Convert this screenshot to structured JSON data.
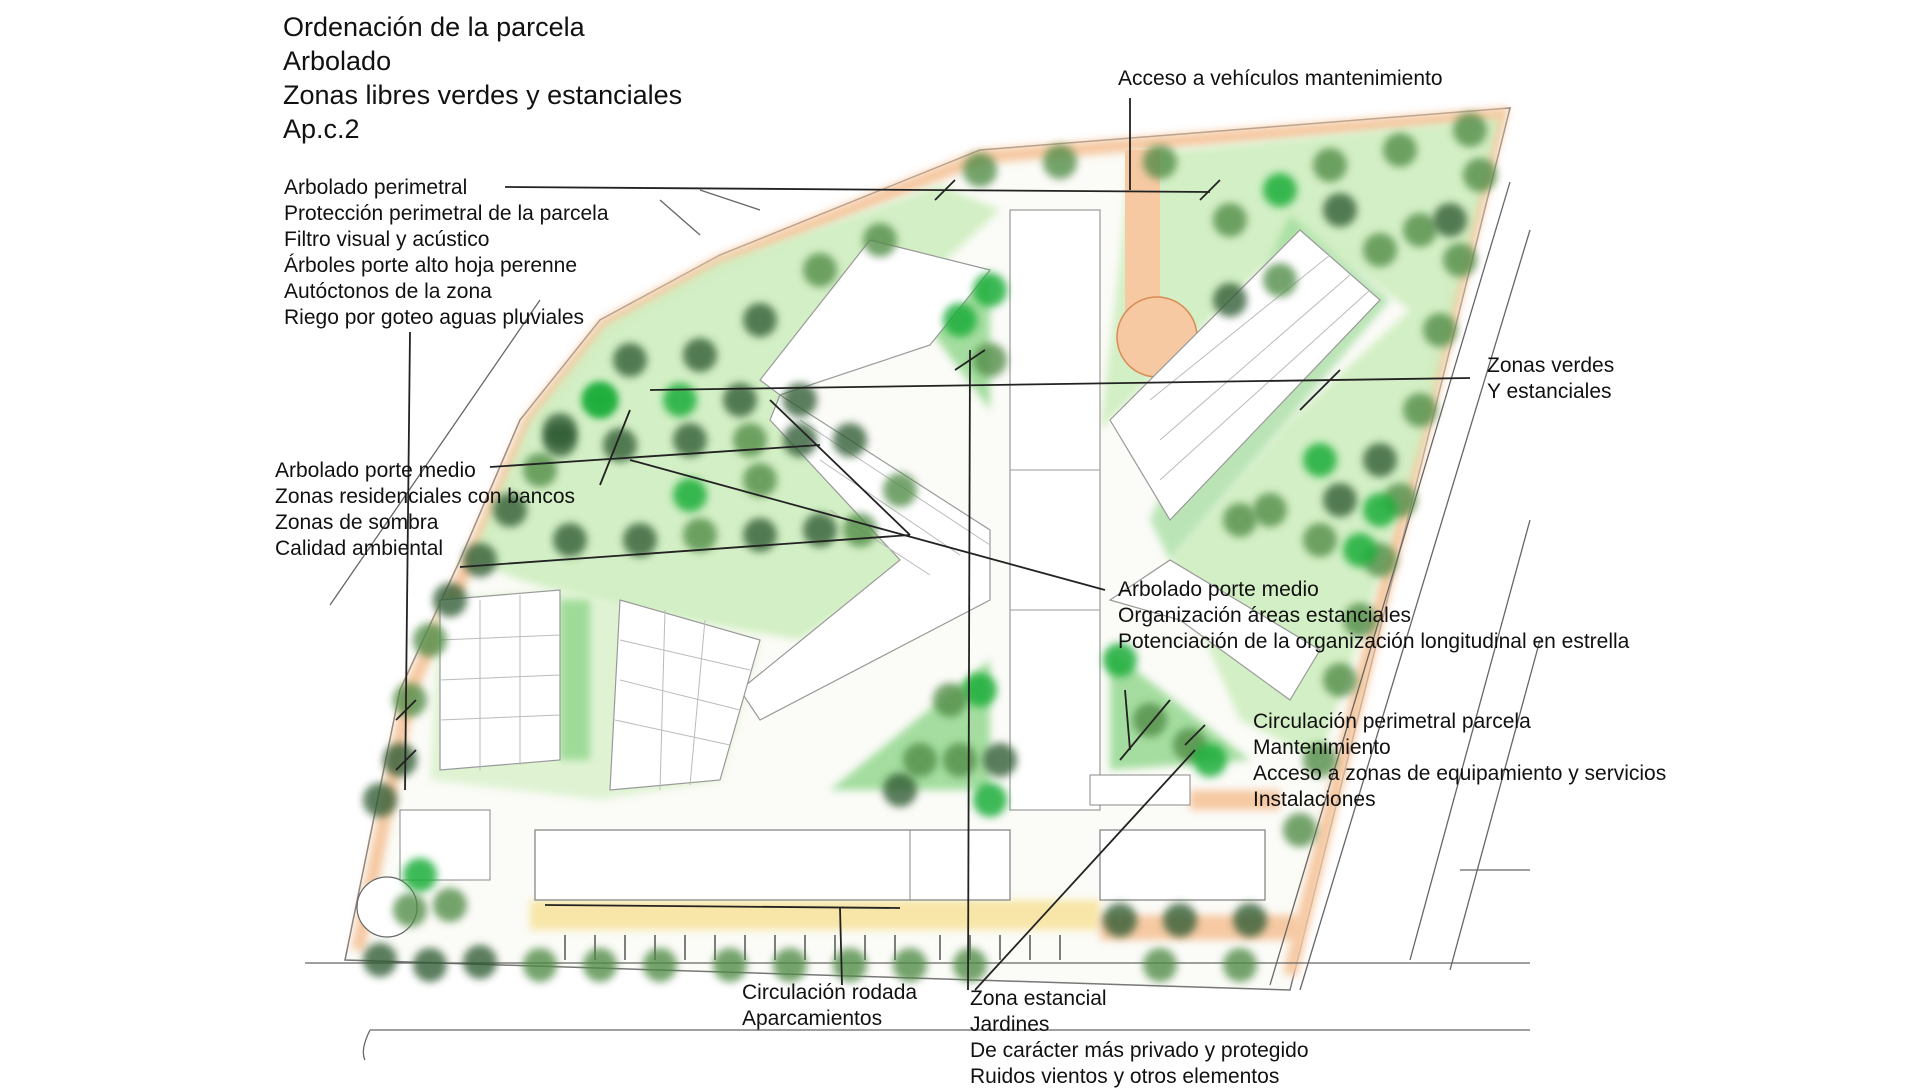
{
  "title_lines": [
    "Ordenación de la parcela",
    "Arbolado",
    "Zonas libres verdes y estanciales",
    "Ap.c.2"
  ],
  "annotations": {
    "acceso": [
      "Acceso a vehículos mantenimiento"
    ],
    "perimetral": [
      "Arbolado perimetral",
      "Protección perimetral de la parcela",
      "Filtro visual y acústico",
      "Árboles porte alto hoja perenne",
      "Autóctonos de la zona",
      "Riego por goteo aguas pluviales"
    ],
    "zonas_verdes": [
      "Zonas verdes",
      "Y estanciales"
    ],
    "porte_medio_left": [
      "Arbolado porte medio",
      "Zonas residenciales con bancos",
      "Zonas de sombra",
      "Calidad ambiental"
    ],
    "porte_medio_center": [
      "Arbolado porte medio",
      "Organización áreas estanciales",
      "Potenciación de la organización  longitudinal en estrella"
    ],
    "circulacion_perimetral": [
      "Circulación perimetral parcela",
      "Mantenimiento",
      "Acceso a zonas de equipamiento y servicios",
      "Instalaciones"
    ],
    "circulacion_rodada": [
      "Circulación rodada",
      "Aparcamientos"
    ],
    "zona_estancial": [
      "Zona estancial",
      "Jardines",
      "De carácter más privado y protegido",
      "Ruidos vientos y otros elementos"
    ]
  },
  "colors": {
    "light_green": "#cfeec0",
    "mid_green": "#8fd68a",
    "tree_green": "#1fae3a",
    "tree_dark": "#2f5a32",
    "orange_path": "#f6c9a3",
    "yellow_path": "#f8e6a8",
    "line": "#222222"
  }
}
